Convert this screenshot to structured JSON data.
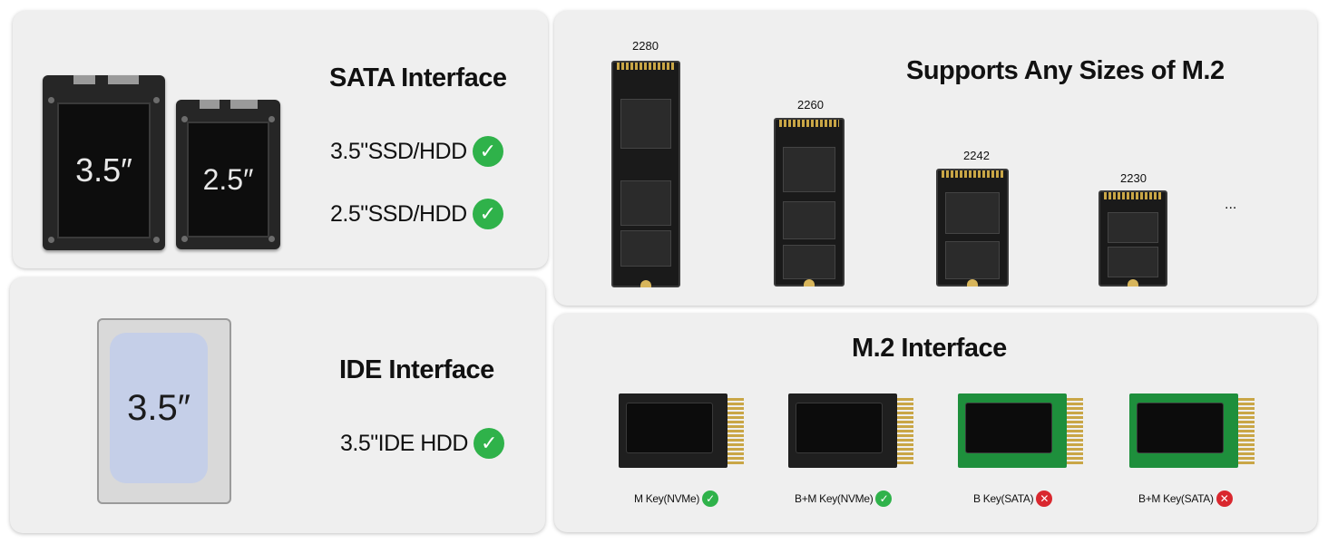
{
  "sata": {
    "title": "SATA Interface",
    "drive_large_label": "3.5″",
    "drive_small_label": "2.5″",
    "items": [
      {
        "label": "3.5\"SSD/HDD",
        "supported": true
      },
      {
        "label": "2.5\"SSD/HDD",
        "supported": true
      }
    ]
  },
  "ide": {
    "title": "IDE Interface",
    "drive_label": "3.5″",
    "items": [
      {
        "label": "3.5\"IDE HDD",
        "supported": true
      }
    ]
  },
  "m2_sizes": {
    "title": "Supports Any Sizes of M.2",
    "sizes": [
      "2280",
      "2260",
      "2242",
      "2230"
    ],
    "more": "..."
  },
  "m2_interface": {
    "title": "M.2 Interface",
    "keys": [
      {
        "label": "M Key(NVMe)",
        "supported": true,
        "board_color": "#1f1f1f"
      },
      {
        "label": "B+M Key(NVMe)",
        "supported": true,
        "board_color": "#1f1f1f"
      },
      {
        "label": "B Key(SATA)",
        "supported": false,
        "board_color": "#1e8f3c"
      },
      {
        "label": "B+M Key(SATA)",
        "supported": false,
        "board_color": "#1e8f3c"
      }
    ]
  },
  "icons": {
    "check": "✓",
    "cross": "✕"
  },
  "colors": {
    "check": "#2fb24a",
    "cross": "#d9272e",
    "panel": "#efefef"
  }
}
